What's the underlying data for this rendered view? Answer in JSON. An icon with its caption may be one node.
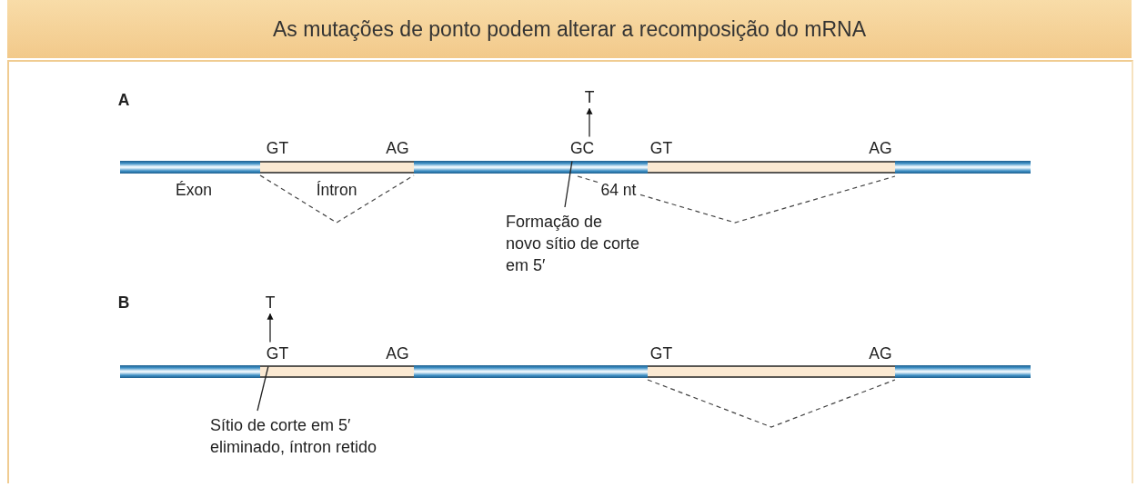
{
  "diagram": {
    "title": "As mutações de ponto podem alterar a recomposição do mRNA",
    "nodes": [
      {
        "text": [
          "T"
        ]
      },
      {
        "text": [
          "GC"
        ]
      },
      {
        "text": [
          "Formação de novo sítio de corte em 5′"
        ]
      },
      {
        "text": [
          "T"
        ]
      },
      {
        "text": [
          "GT"
        ]
      },
      {
        "text": [
          "Sítio de corte em 5′ eliminado, íntron retido"
        ]
      }
    ],
    "edges": [
      {
        "from": 1,
        "to": 0,
        "arrow": "to"
      },
      {
        "from": 2,
        "to": 1,
        "arrow": "none"
      },
      {
        "from": 4,
        "to": 3,
        "arrow": "to"
      },
      {
        "from": 5,
        "to": 4,
        "arrow": "none"
      }
    ],
    "labels": [
      "A",
      "GT",
      "AG",
      "GT",
      "AG",
      "Éxon",
      "Íntron",
      "64 nt",
      "B",
      "AG",
      "GT",
      "AG"
    ]
  }
}
